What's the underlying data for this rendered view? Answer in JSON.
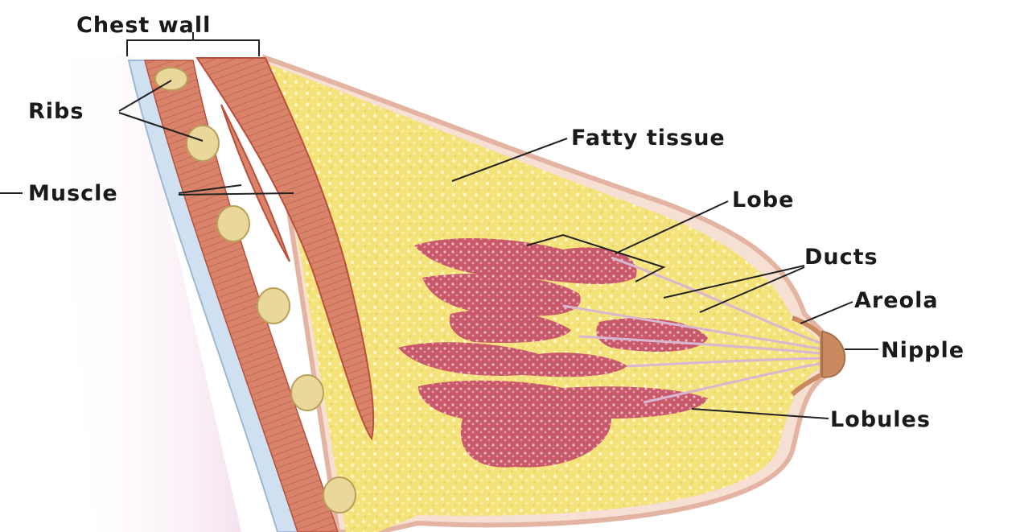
{
  "labels": {
    "chest_wall": "Chest wall",
    "ribs": "Ribs",
    "muscle": "Muscle",
    "fatty_tissue": "Fatty tissue",
    "lobe": "Lobe",
    "ducts": "Ducts",
    "areola": "Areola",
    "nipple": "Nipple",
    "lobules": "Lobules"
  },
  "colors": {
    "fat": "#f4e27a",
    "fat_dots": "#fff6c2",
    "skin_edge": "#e3b4a1",
    "skin_fill": "#f6dfd3",
    "muscle": "#d9836b",
    "muscle_dark": "#b8503d",
    "lobule": "#c7596a",
    "lobule_dot": "#f0b9c2",
    "duct": "#e6c6df",
    "rib": "#e9d79c",
    "pleura": "#cfe0f0",
    "nipple": "#c98a5f",
    "background_tint": "#f3dcec"
  }
}
